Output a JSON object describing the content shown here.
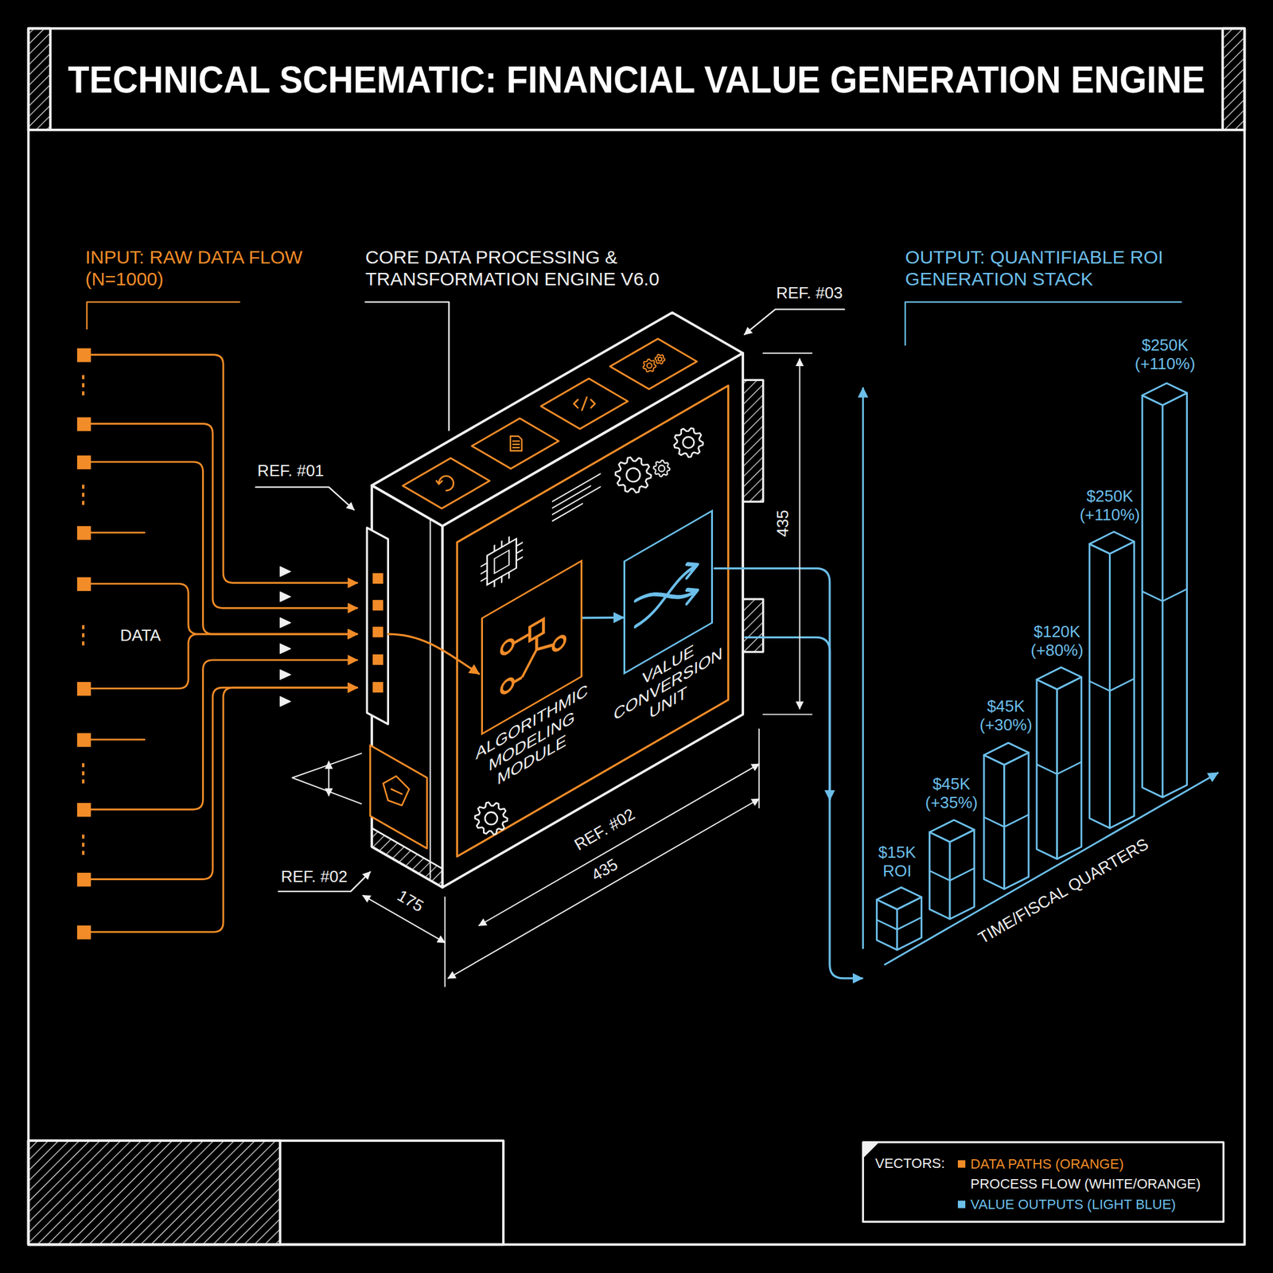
{
  "diagram": {
    "title": "TECHNICAL SCHEMATIC: FINANCIAL VALUE GENERATION ENGINE",
    "nodes": [
      {
        "text": [
          "ALGORITHMIC MODELING MODULE"
        ]
      },
      {
        "text": [
          "VALUE CONVERSION UNIT"
        ]
      }
    ],
    "edges": [
      {
        "from": 0,
        "to": 1,
        "arrow": "to"
      }
    ],
    "labels": [
      "INPUT: RAW DATA FLOW (N=1000)",
      "CORE DATA PROCESSING & TRANSFORMATION ENGINE V6.0",
      "OUTPUT: QUANTIFIABLE ROI GENERATION STACK",
      "REF. #03",
      "REF. #01",
      "435",
      "DATA",
      "REF. #02",
      "435",
      "REF. #02",
      "175",
      "$250K (+110%)",
      "$250K (+110%)",
      "$120K (+80%)",
      "$45K (+30%)",
      "$45K (+35%)",
      "$15K ROI",
      "TIME/FISCAL QUARTERS",
      "VECTORS:"
    ],
    "legend": [
      {
        "text": "DATA PATHS (ORANGE)",
        "color": "#f28c28"
      },
      {
        "text": "PROCESS FLOW (WHITE/ORANGE)"
      },
      {
        "text": "VALUE OUTPUTS (LIGHT BLUE)",
        "color": "#6cbfea"
      }
    ]
  }
}
